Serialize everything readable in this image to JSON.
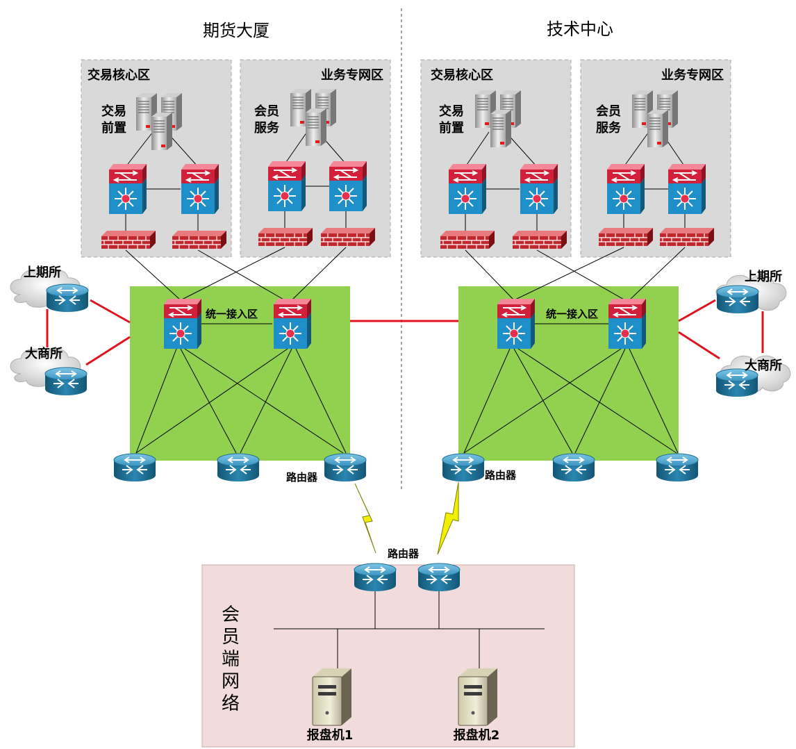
{
  "sites": {
    "left": {
      "title": "期货大厦",
      "zones": {
        "trading": "交易核心区",
        "business": "业务专网区"
      },
      "server_labels": {
        "trading": [
          "交易",
          "前置"
        ],
        "business": [
          "会员",
          "服务"
        ]
      },
      "access_label": "统一接入区",
      "router_label": "路由器",
      "exchanges": [
        "上期所",
        "大商所"
      ]
    },
    "right": {
      "title": "技术中心",
      "zones": {
        "trading": "交易核心区",
        "business": "业务专网区"
      },
      "server_labels": {
        "trading": [
          "交易",
          "前置"
        ],
        "business": [
          "会员",
          "服务"
        ]
      },
      "access_label": "统一接入区",
      "router_label": "路由器",
      "exchanges": [
        "上期所",
        "大商所"
      ]
    }
  },
  "member_network": {
    "title_chars": [
      "会",
      "员",
      "端",
      "网",
      "络"
    ],
    "router_label": "路由器",
    "hosts": [
      "报盘机1",
      "报盘机2"
    ]
  },
  "colors": {
    "zone_fill": "#d9d9d9",
    "access_fill": "#92d050",
    "member_fill": "#f2dcdb",
    "wan_link": "#e0141e",
    "router": "#1b6e95",
    "switch": "#1f8fc9",
    "switch_top": "#d3203a",
    "firewall": "#c0282e",
    "lightning": "#f0f000"
  }
}
